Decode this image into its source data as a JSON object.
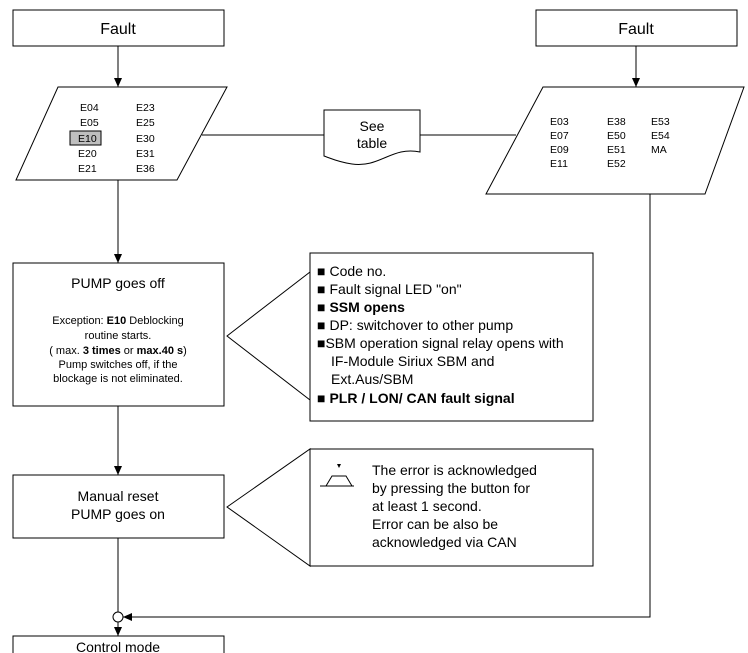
{
  "fault_left": {
    "label": "Fault"
  },
  "fault_right": {
    "label": "Fault"
  },
  "codes_left": {
    "col1": [
      "E04",
      "E05",
      "E10",
      "E20",
      "E21"
    ],
    "col2": [
      "E23",
      "E25",
      "E30",
      "E31",
      "E36"
    ],
    "highlighted": "E10"
  },
  "codes_right": {
    "col1": [
      "E03",
      "E07",
      "E09",
      "E11"
    ],
    "col2": [
      "E38",
      "E50",
      "E51",
      "E52"
    ],
    "col3": [
      "E53",
      "E54",
      "MA"
    ]
  },
  "see_table": {
    "line1": "See",
    "line2": "table"
  },
  "pump_off": {
    "title": "PUMP goes off",
    "exception_prefix": "Exception: ",
    "exception_code": "E10",
    "exception_suffix": " Deblocking",
    "line2": "routine starts.",
    "line3_a": "( max. ",
    "line3_b": "3 times",
    "line3_c": " or ",
    "line3_d": "max.40 s",
    "line3_e": ")",
    "line4": "Pump switches off, if the",
    "line5": "blockage is not eliminated."
  },
  "actions": {
    "item1": "Code no.",
    "item2": "Fault signal LED \"on\"",
    "item3": "SSM opens",
    "item4": "DP: switchover to other pump",
    "item5": "SBM operation signal relay opens with",
    "item5b": "IF-Module Siriux SBM and",
    "item5c": "Ext.Aus/SBM",
    "item6": "PLR / LON/ CAN fault signal",
    "bullet": "■"
  },
  "manual_reset": {
    "line1": "Manual reset",
    "line2": "PUMP goes on"
  },
  "ack_note": {
    "line1": "The error is acknowledged",
    "line2": "by pressing the button for",
    "line3": "at least 1 second.",
    "line4": "Error can be also be",
    "line5": "acknowledged via CAN"
  },
  "control_mode": {
    "label": "Control mode"
  }
}
